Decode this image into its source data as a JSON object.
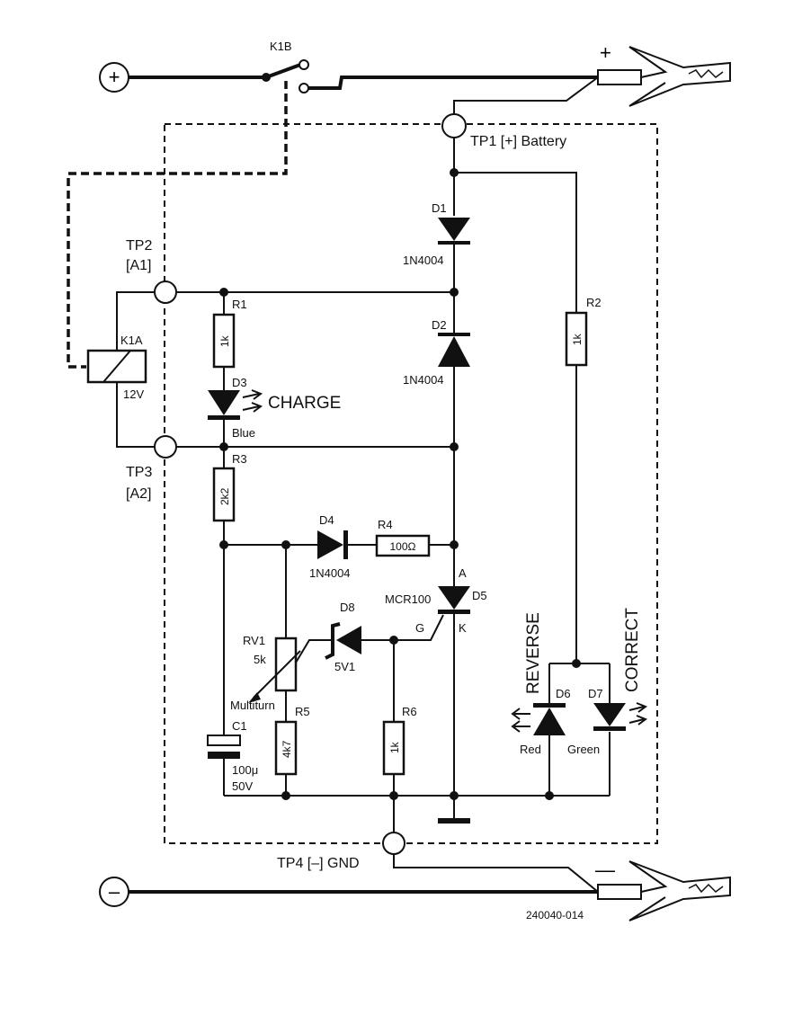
{
  "battery_pos_symbol": "+",
  "battery_neg_symbol": "–",
  "clip_pos_symbol": "+",
  "clip_neg_symbol": "—",
  "switch": {
    "label": "K1B"
  },
  "relay": {
    "label": "K1A",
    "voltage": "12V"
  },
  "test_points": {
    "tp1": "TP1 [+] Battery",
    "tp2_name": "TP2",
    "tp2_sub": "[A1]",
    "tp3_name": "TP3",
    "tp3_sub": "[A2]",
    "tp4": "TP4 [–] GND"
  },
  "diodes": {
    "d1": {
      "ref": "D1",
      "part": "1N4004"
    },
    "d2": {
      "ref": "D2",
      "part": "1N4004"
    },
    "d3": {
      "ref": "D3",
      "color": "Blue",
      "function": "CHARGE"
    },
    "d4": {
      "ref": "D4",
      "part": "1N4004"
    },
    "d5": {
      "ref": "D5",
      "part": "MCR100",
      "anode": "A",
      "cathode": "K",
      "gate": "G"
    },
    "d6": {
      "ref": "D6",
      "color": "Red",
      "function": "REVERSE"
    },
    "d7": {
      "ref": "D7",
      "color": "Green",
      "function": "CORRECT"
    },
    "d8": {
      "ref": "D8",
      "value": "5V1"
    }
  },
  "resistors": {
    "r1": {
      "ref": "R1",
      "value": "1k"
    },
    "r2": {
      "ref": "R2",
      "value": "1k"
    },
    "r3": {
      "ref": "R3",
      "value": "2k2"
    },
    "r4": {
      "ref": "R4",
      "value": "100Ω"
    },
    "r5": {
      "ref": "R5",
      "value": "4k7"
    },
    "r6": {
      "ref": "R6",
      "value": "1k"
    }
  },
  "pot": {
    "ref": "RV1",
    "value": "5k",
    "type": "Multiturn"
  },
  "cap": {
    "ref": "C1",
    "value": "100μ",
    "voltage": "50V"
  },
  "figure_id": "240040-014"
}
